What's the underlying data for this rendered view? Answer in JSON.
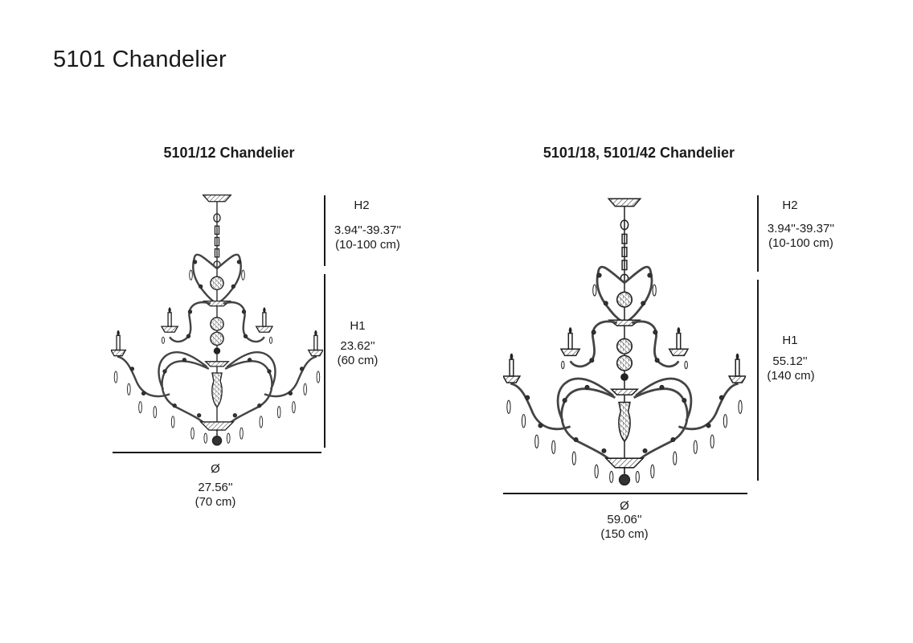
{
  "page_title": "5101 Chandelier",
  "models": [
    {
      "title": "5101/12 Chandelier",
      "h2_label": "H2",
      "h2_in": "3.94''-39.37''",
      "h2_cm": "(10-100 cm)",
      "h1_label": "H1",
      "h1_in": "23.62''",
      "h1_cm": "(60 cm)",
      "diameter_symbol": "Ø",
      "diameter_in": "27.56''",
      "diameter_cm": "(70 cm)"
    },
    {
      "title": "5101/18, 5101/42 Chandelier",
      "h2_label": "H2",
      "h2_in": "3.94''-39.37''",
      "h2_cm": "(10-100 cm)",
      "h1_label": "H1",
      "h1_in": "55.12''",
      "h1_cm": "(140 cm)",
      "diameter_symbol": "Ø",
      "diameter_in": "59.06''",
      "diameter_cm": "(150 cm)"
    }
  ],
  "colors": {
    "ink": "#1a1a1a",
    "hatch": "#555555"
  }
}
